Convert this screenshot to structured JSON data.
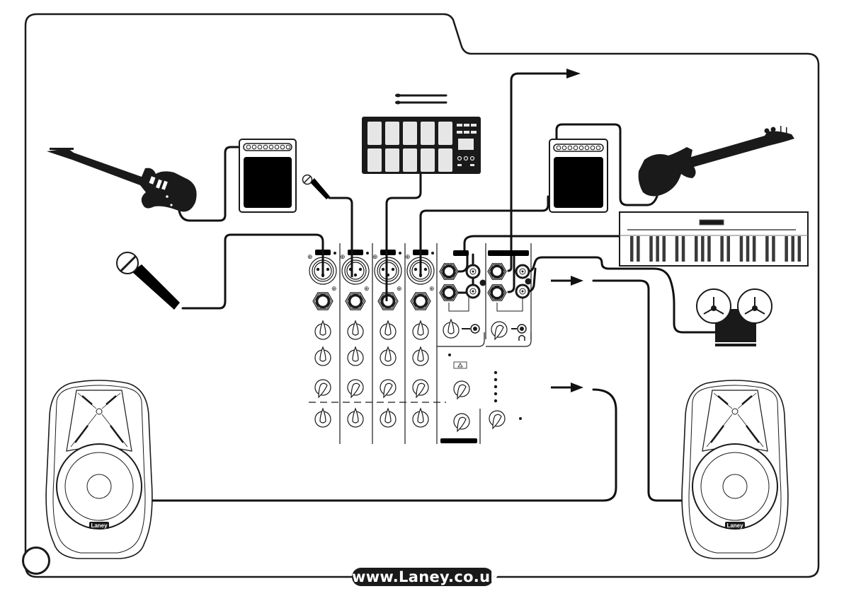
{
  "title": "Laney mixer connection setup diagram",
  "footer": {
    "url": "www.Laney.co.uk"
  },
  "page": {
    "number": ""
  },
  "brand": {
    "speaker_badge": "Laney"
  },
  "colors": {
    "ink": "#1a1a1a",
    "pad": "#e6e6e6",
    "background": "#ffffff"
  },
  "devices": [
    {
      "id": "electric-guitar",
      "icon": "guitar-icon",
      "connects_to": "guitar-amp"
    },
    {
      "id": "guitar-amp",
      "icon": "amplifier-icon",
      "connects_to": "mixer-channel-2"
    },
    {
      "id": "vocal-mic-1",
      "icon": "microphone-icon",
      "connects_to": "mixer-channel-1"
    },
    {
      "id": "vocal-mic-2",
      "icon": "microphone-icon",
      "connects_to": "mixer-channel-2"
    },
    {
      "id": "drum-pad",
      "icon": "drum-pad-icon",
      "connects_to": "mixer-channel-3"
    },
    {
      "id": "drumsticks",
      "icon": "drumsticks-icon"
    },
    {
      "id": "bass-amp",
      "icon": "amplifier-icon",
      "connects_to": "mixer-channel-4"
    },
    {
      "id": "bass-guitar",
      "icon": "bass-guitar-icon",
      "connects_to": "bass-amp"
    },
    {
      "id": "keyboard",
      "icon": "keyboard-icon",
      "connects_to": "mixer-stereo-channel"
    },
    {
      "id": "tape-recorder",
      "icon": "tape-reel-icon",
      "connects_to": "mixer-rec-out"
    },
    {
      "id": "speaker-left",
      "icon": "speaker-icon",
      "connects_to": "mixer-main-out-left"
    },
    {
      "id": "speaker-right",
      "icon": "speaker-icon",
      "connects_to": "mixer-main-out-right"
    }
  ],
  "mixer": {
    "mono_channels": 4,
    "stereo_channels": 2,
    "level_leds": 5
  }
}
